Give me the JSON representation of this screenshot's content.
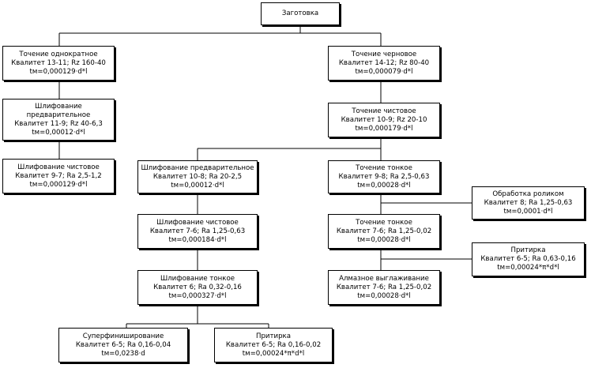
{
  "nodes": {
    "blank": {
      "lines": [
        "Заготовка"
      ]
    },
    "turn_single": {
      "lines": [
        "Точение однократное",
        "Квалитет 13-11; Rz 160-40",
        "tм=0,000129·d*l"
      ]
    },
    "grind_pre_left": {
      "lines": [
        "Шлифование",
        "предварительное",
        "Квалитет 11-9; Rz 40-6,3",
        "tм=0,00012·d*l"
      ]
    },
    "grind_finish_left": {
      "lines": [
        "Шлифование чистовое",
        "Квалитет 9-7; Ra 2,5-1,2",
        "tм=0,000129·d*l"
      ]
    },
    "turn_rough": {
      "lines": [
        "Точение черновое",
        "Квалитет 14-12; Rz 80-40",
        "tм=0,000079·d*l"
      ]
    },
    "turn_finish": {
      "lines": [
        "Точение чистовое",
        "Квалитет 10-9; Rz 20-10",
        "tм=0,000179·d*l"
      ]
    },
    "grind_pre_mid": {
      "lines": [
        "Шлифование предварительное",
        "Квалитет 10-8; Ra 20-2,5",
        "tм=0,00012·d*l"
      ]
    },
    "grind_finish_mid": {
      "lines": [
        "Шлифование чистовое",
        "Квалитет 7-6; Ra 1,25-0,63",
        "tм=0,000184·d*l"
      ]
    },
    "grind_fine_mid": {
      "lines": [
        "Шлифование тонкое",
        "Квалитет 6; Ra 0,32-0,16",
        "tм=0,000327·d*l"
      ]
    },
    "superfinish": {
      "lines": [
        "Суперфиниширование",
        "Квалитет 6-5; Ra 0,16-0,04",
        "tм=0,0238·d"
      ]
    },
    "lapping_bottom": {
      "lines": [
        "Притирка",
        "Квалитет 6-5; Ra 0,16-0,02",
        "tм=0,00024*π*d*l"
      ]
    },
    "turn_fine_1": {
      "lines": [
        "Точение тонкое",
        "Квалитет 9-8; Ra 2,5-0,63",
        "tм=0,00028·d*l"
      ]
    },
    "roller": {
      "lines": [
        "Обработка роликом",
        "Квалитет 8; Ra 1,25-0,63",
        "tм=0,0001·d*l"
      ]
    },
    "turn_fine_2": {
      "lines": [
        "Точение тонкое",
        "Квалитет 7-6; Ra 1,25-0,02",
        "tм=0,00028·d*l"
      ]
    },
    "lapping_right": {
      "lines": [
        "Притирка",
        "Квалитет 6-5; Ra 0,63-0,16",
        "tм=0,00024*π*d*l"
      ]
    },
    "diamond": {
      "lines": [
        "Алмазное выглаживание",
        "Квалитет 7-6; Ra 1,25-0,02",
        "tм=0,00028·d*l"
      ]
    }
  }
}
